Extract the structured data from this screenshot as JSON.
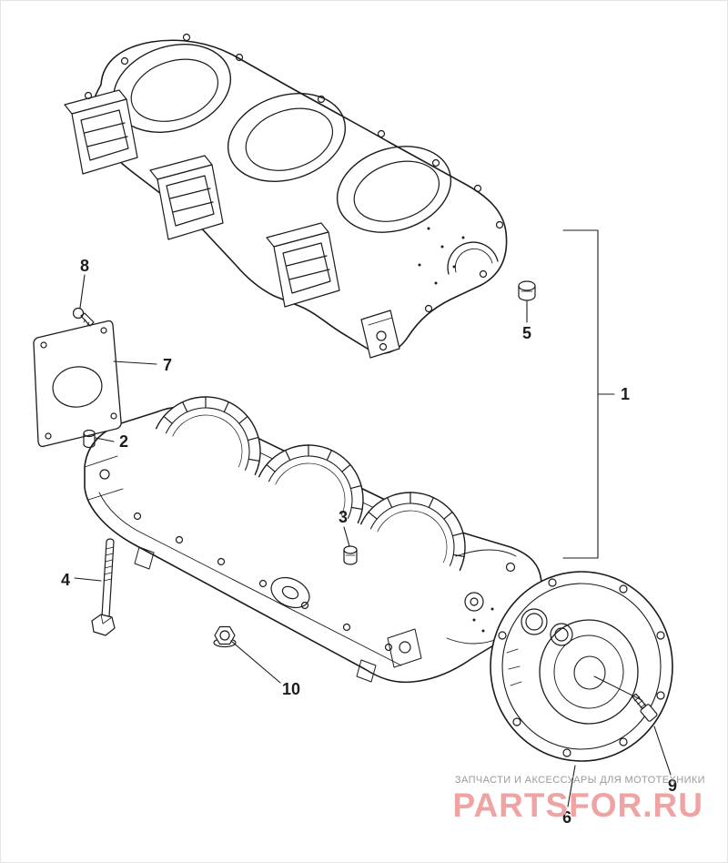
{
  "colors": {
    "ink": "#1c1c1c",
    "brand-pink": "#efa3a3",
    "tagline-gray": "#9a9a9a",
    "canvas-border": "#e4e4e4"
  },
  "diagram": {
    "callouts": [
      {
        "label": "1"
      },
      {
        "label": "2"
      },
      {
        "label": "3"
      },
      {
        "label": "4"
      },
      {
        "label": "5"
      },
      {
        "label": "6"
      },
      {
        "label": "7"
      },
      {
        "label": "8"
      },
      {
        "label": "9"
      },
      {
        "label": "10"
      }
    ]
  },
  "watermark": {
    "tagline": "ЗАПЧАСТИ И АКСЕССУАРЫ ДЛЯ МОТОТЕХНИКИ",
    "brand": "PARTSFOR.RU"
  }
}
